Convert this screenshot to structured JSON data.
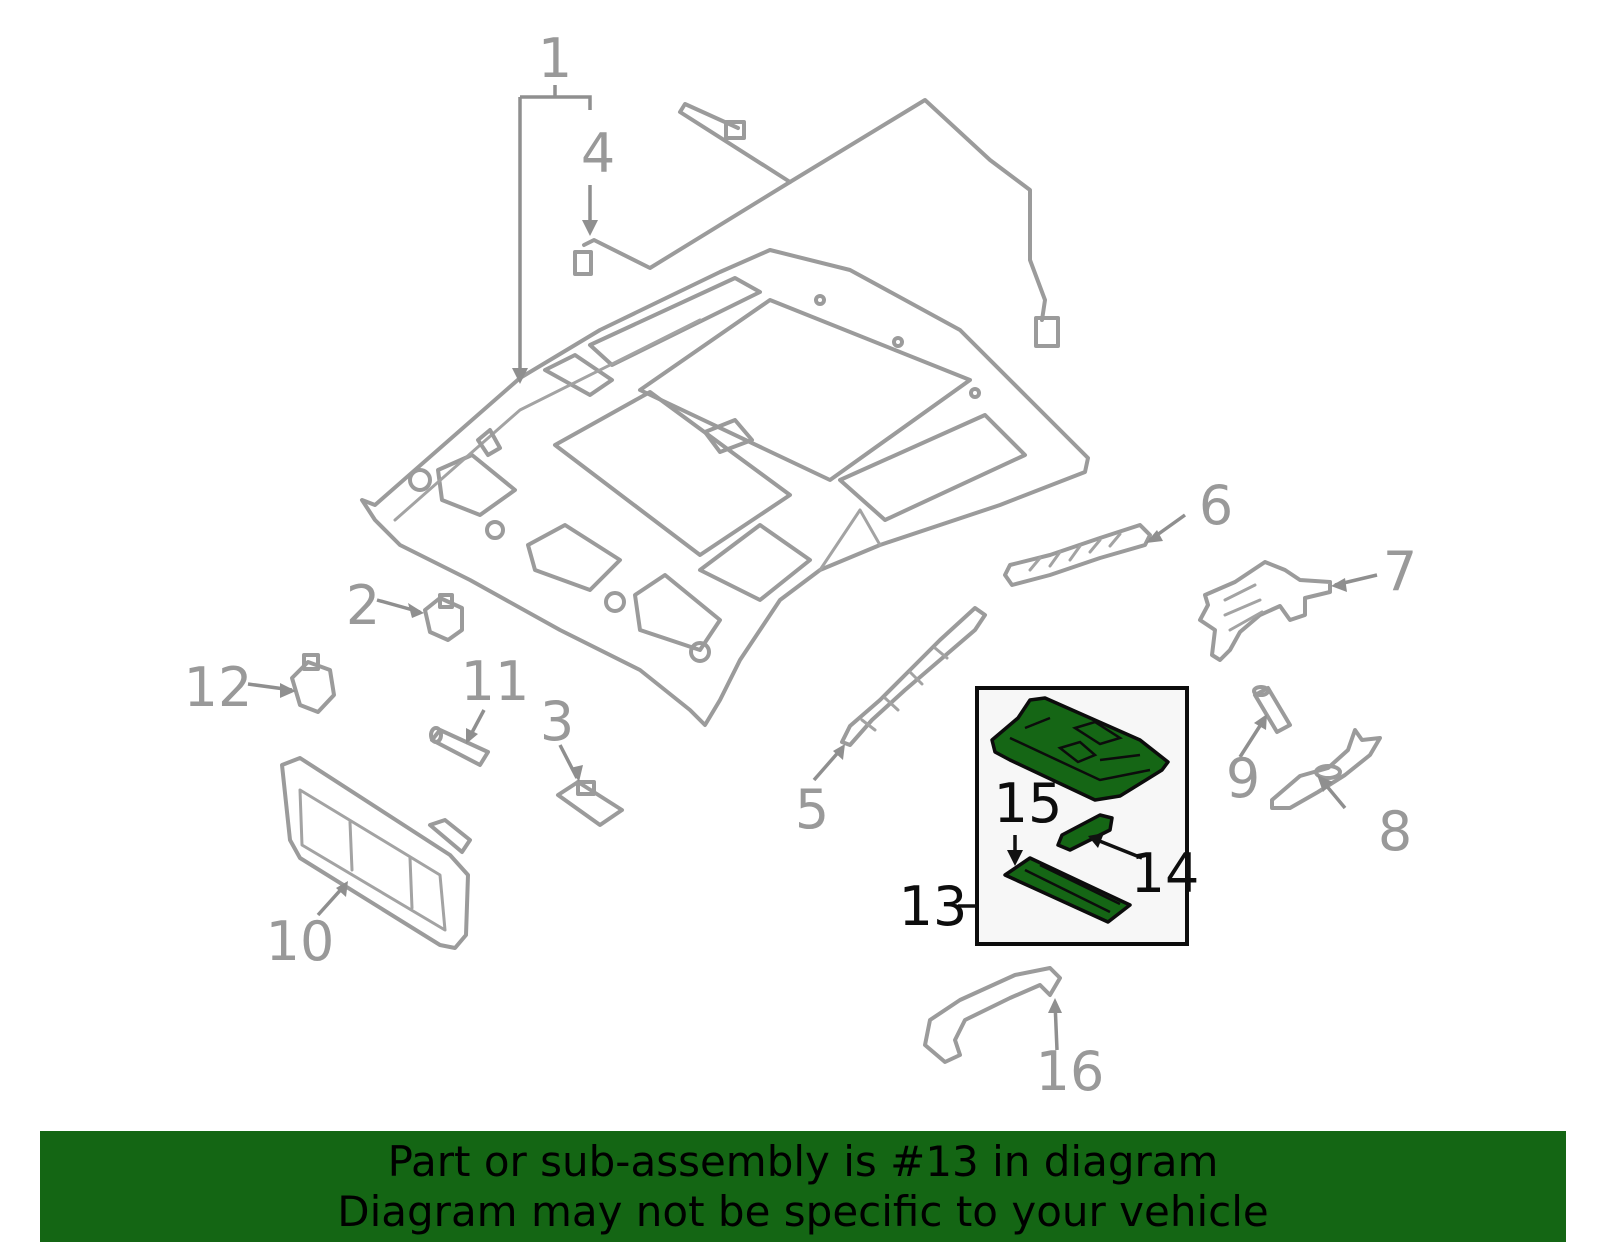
{
  "callouts": {
    "c1": "1",
    "c2": "2",
    "c3": "3",
    "c4": "4",
    "c5": "5",
    "c6": "6",
    "c7": "7",
    "c8": "8",
    "c9": "9",
    "c10": "10",
    "c11": "11",
    "c12": "12",
    "c13": "13",
    "c14": "14",
    "c15": "15",
    "c16": "16"
  },
  "highlight": {
    "part": "13",
    "color": "#156615"
  },
  "banner": {
    "line1": "Part or sub-assembly is #13 in diagram",
    "line2": "Diagram may not be specific to your vehicle",
    "color": "#146614"
  }
}
